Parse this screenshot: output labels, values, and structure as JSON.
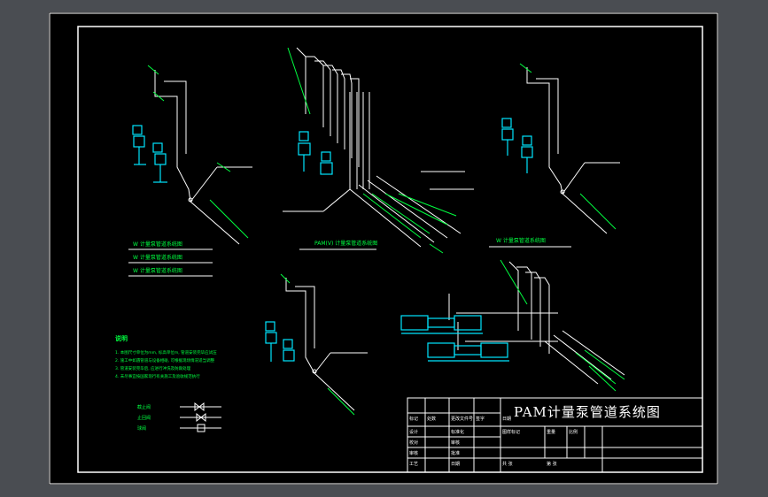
{
  "drawing": {
    "title": "PAM计量泵管道系统图",
    "colors": {
      "background": "#000000",
      "frame": "#ffffff",
      "pipe": "#ffffff",
      "equipment": "#00e5ff",
      "annotation": "#00ff40",
      "sheet_border": "#4a4d52"
    }
  },
  "diagram_labels": {
    "top_left_1": "W 计量泵管道系统图",
    "top_left_2": "W 计量泵管道系统图",
    "top_left_3": "W 计量泵管道系统图",
    "top_center": "PAM(V) 计量泵管道系统图",
    "top_right": "W 计量泵管道系统图"
  },
  "notes": {
    "heading": "说明",
    "items": [
      "1. 本图尺寸单位为mm, 标高单位m, 管道安装完毕应试压",
      "2. 施工中如遇管道与设备相碰, 可根据现场情况适当调整",
      "3. 管道安装完毕后, 应进行冲洗及防腐处理",
      "4. 未尽事宜按国家现行有关施工及验收规范执行"
    ]
  },
  "legend": {
    "rows": [
      {
        "label": "截止阀",
        "symbol": "gate-valve"
      },
      {
        "label": "止回阀",
        "symbol": "check-valve"
      },
      {
        "label": "球阀",
        "symbol": "ball-valve"
      }
    ]
  },
  "title_block": {
    "row1": [
      "标记",
      "处数",
      "更改文件号",
      "签字",
      "日期"
    ],
    "row2": [
      "设计",
      "",
      "标准化",
      "",
      "图样标记",
      "重量",
      "比例"
    ],
    "row3": [
      "校对",
      "",
      "审核"
    ],
    "row4": [
      "审核",
      "",
      "批准"
    ],
    "row5": [
      "工艺",
      "",
      "日期",
      "",
      "共 张",
      "第 张"
    ]
  }
}
